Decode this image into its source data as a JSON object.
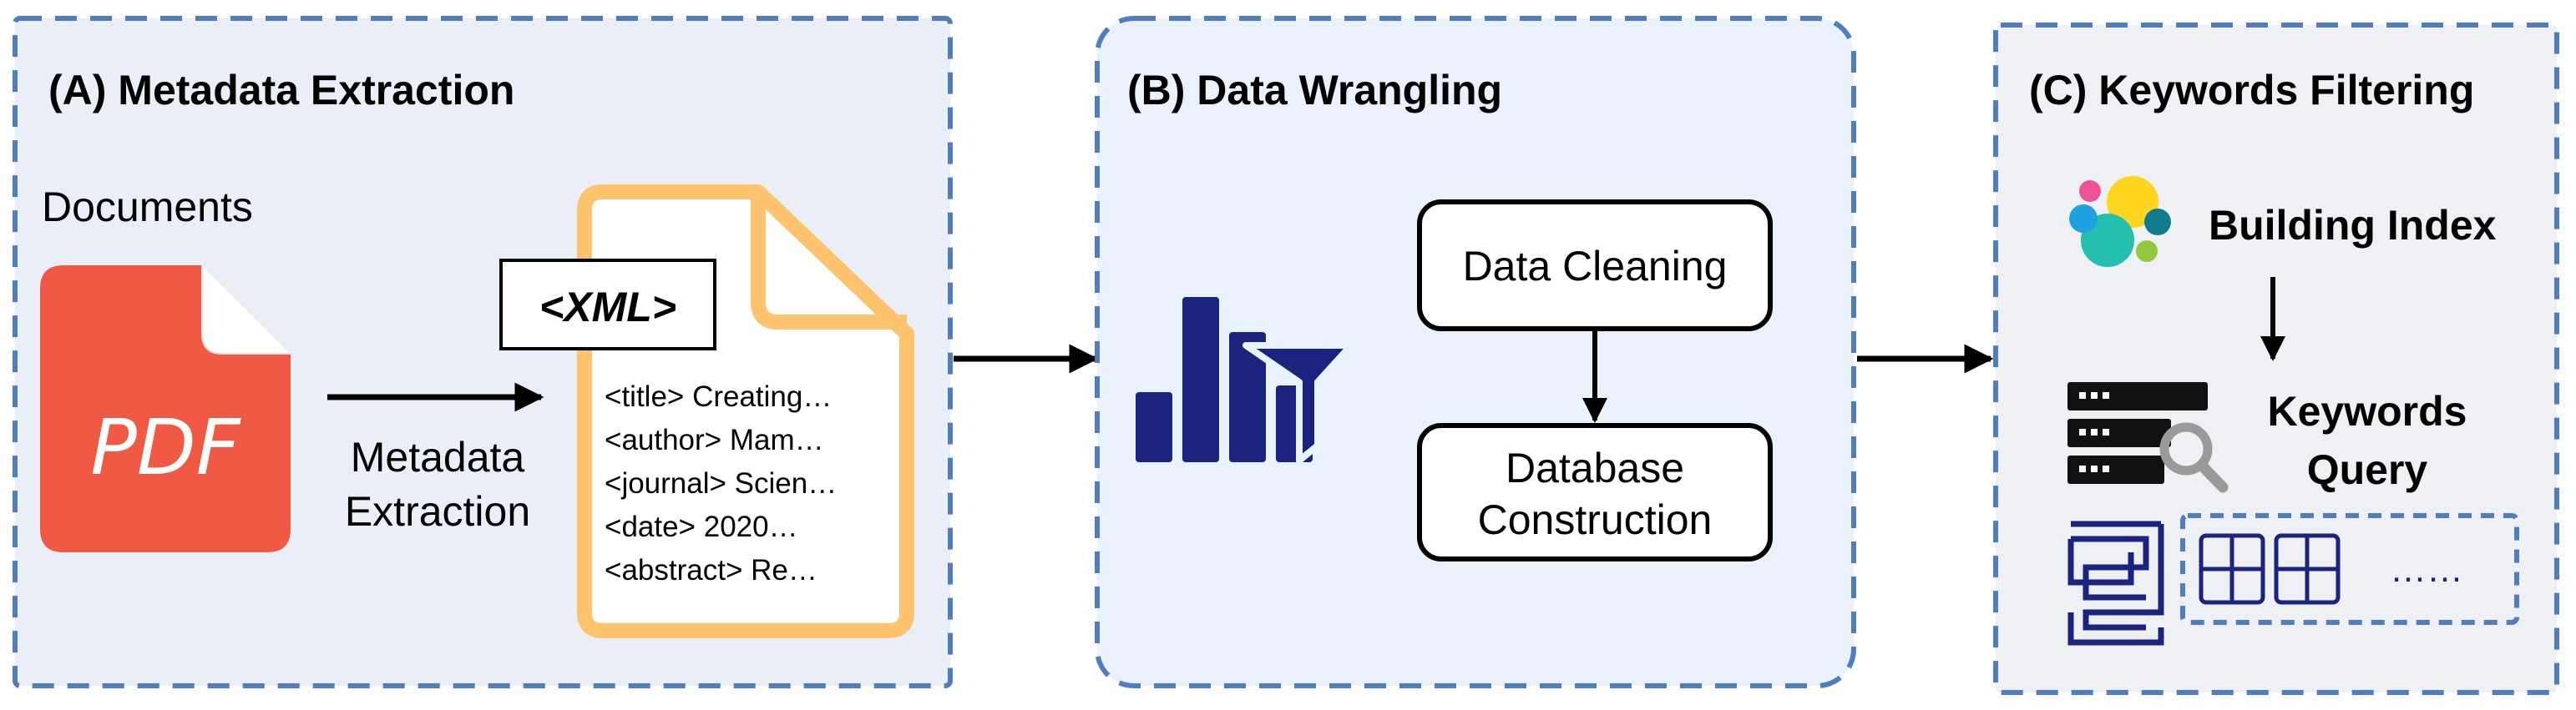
{
  "panels": {
    "a": {
      "title": "(A) Metadata Extraction",
      "documents_label": "Documents",
      "pdf_text": "PDF",
      "arrow_label_line1": "Metadata",
      "arrow_label_line2": "Extraction",
      "xml_tag": "<XML>",
      "xml_lines": [
        "<title> Creating…",
        "<author> Mam…",
        "<journal> Scien…",
        "<date> 2020…",
        "<abstract> Re…"
      ]
    },
    "b": {
      "title": "(B) Data Wrangling",
      "data_cleaning": "Data Cleaning",
      "database_line1": "Database",
      "database_line2": "Construction"
    },
    "c": {
      "title": "(C) Keywords Filtering",
      "building_index": "Building Index",
      "keywords_line1": "Keywords",
      "keywords_line2": "Query",
      "ellipsis": "……"
    }
  },
  "colors": {
    "panel_border": "#4f7dbf",
    "panel_a_fill": "#e9eef7",
    "panel_b_fill": "#e9f1fb",
    "panel_c_fill": "#eef0f4",
    "pdf_red": "#f05a45",
    "xml_orange": "#fdc36d",
    "navy": "#1a237e"
  }
}
